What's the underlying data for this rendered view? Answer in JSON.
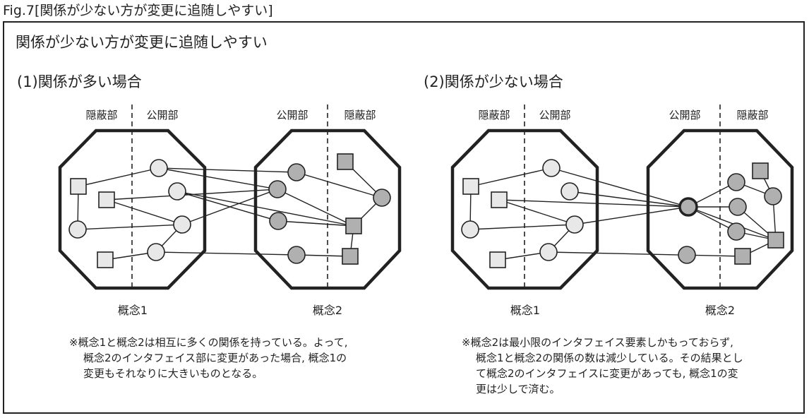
{
  "figure_caption": "Fig.7[関係が少ない方が変更に追随しやすい]",
  "heading": "関係が少ない方が変更に追随しやすい",
  "panels": [
    {
      "title": "(1)関係が多い場合",
      "concept1": {
        "label": "概念1",
        "hidden_label": "隠蔽部",
        "public_label": "公開部"
      },
      "concept2": {
        "label": "概念2",
        "public_label": "公開部",
        "hidden_label": "隠蔽部"
      },
      "note": {
        "line1": "※概念1と概念2は相互に多くの関係を持っている。よって,",
        "line2": "概念2のインタフェイス部に変更があった場合, 概念1の",
        "line3": "変更もそれなりに大きいものとなる。"
      }
    },
    {
      "title": "(2)関係が少ない場合",
      "concept1": {
        "label": "概念1",
        "hidden_label": "隠蔽部",
        "public_label": "公開部"
      },
      "concept2": {
        "label": "概念2",
        "public_label": "公開部",
        "hidden_label": "隠蔽部"
      },
      "note": {
        "line1": "※概念2は最小限のインタフェイス要素しかもっておらず,",
        "line2": "概念1と概念2の関係の数は減少している。その結果とし",
        "line3": "て概念2のインタフェイスに変更があっても, 概念1の変",
        "line4": "更は少しで済む。"
      }
    }
  ],
  "colors": {
    "light_node": "#e8e8e8",
    "dark_node": "#b0b0b0",
    "stroke": "#222222"
  }
}
